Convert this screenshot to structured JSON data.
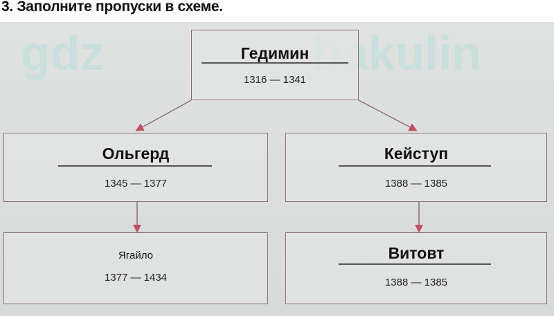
{
  "task_title": "3. Заполните пропуски в схеме.",
  "watermarks": [
    "gdz",
    "bakulin"
  ],
  "scheme": {
    "root": {
      "name": "Гедимин",
      "years": "1316 — 1341"
    },
    "left": {
      "name": "Ольгерд",
      "years": "1345 — 1377"
    },
    "right": {
      "name": "Кейступ",
      "years": "1388 — 1385"
    },
    "left_child": {
      "name": "Ягайло",
      "years": "1377 — 1434"
    },
    "right_child": {
      "name": "Витовт",
      "years": "1388 — 1385"
    }
  },
  "colors": {
    "arrow": "#b0606a",
    "border": "#8a6e72"
  }
}
